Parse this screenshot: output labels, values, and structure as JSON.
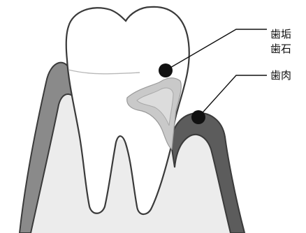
{
  "labels": {
    "plaque": "歯垢",
    "tartar": "歯石",
    "gum": "歯肉"
  },
  "colors": {
    "outline": "#3a3a3a",
    "gum_fill": "#8a8a8a",
    "gum_inflamed_fill": "#5c5c5c",
    "tooth_fill": "#ffffff",
    "root_fill": "#f7f7f7",
    "bone_fill": "#ececec",
    "deposit_fill": "#c9c9c9",
    "deposit_inner_fill": "#dcdcdc",
    "marker_fill": "#111111",
    "leader_line": "#111111"
  }
}
